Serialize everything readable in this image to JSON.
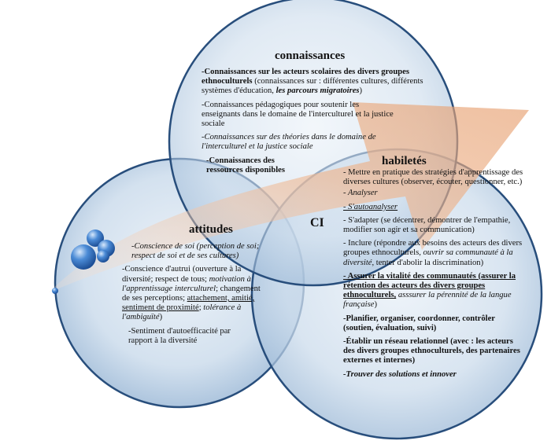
{
  "colors": {
    "circle_fill": "#c5d7ea",
    "circle_stroke": "#284e7c",
    "arrow_fill": "#e9b088",
    "bubble": "#2f6fc0"
  },
  "diagram": {
    "center_label": "CI",
    "connaissances": {
      "title": "connaissances",
      "p1_bold": "-Connaissances sur les acteurs scolaires des divers groupes ethnoculturels",
      "p1_rest": " (connaissances sur : différentes cultures, différents systèmes d'éducation, ",
      "p1_italic": "les parcours migratoires",
      "p1_end": ")",
      "p2": "-Connaissances pédagogiques pour soutenir les enseignants dans le domaine de l'interculturel et la justice sociale",
      "p3": "-Connaissances sur des théories dans le domaine de l'interculturel et la justice sociale",
      "p4": "-Connaissances des ressources disponibles"
    },
    "attitudes": {
      "title": "attitudes",
      "p1": "-Conscience de soi (perception de soi; respect de soi et de ses cultures)",
      "p2a": "-Conscience d'autrui (ouverture à la diversité; respect de tous; ",
      "p2b": "motivation à l'apprentissage interculturel",
      "p2c": "; changement de ses perceptions;  ",
      "p2d": "attachement, amitié, sentiment de proximité",
      "p2e": ";",
      "p2f": "tolérance à l'ambiguïté",
      "p2g": ")",
      "p3": "-Sentiment d'autoefficacité par rapport à la diversité"
    },
    "habiletes": {
      "title": "habiletés",
      "p1": "- Mettre en pratique des stratégies d'apprentissage des diverses cultures (observer, écouter, questionner, etc.)",
      "p2": "- Analyser",
      "p3": "- S'autoanalyser",
      "p4": "- S'adapter (se décentrer, démontrer de l'empathie, modifier son agir et sa communication)",
      "p5a": "- Inclure (répondre aux besoins des acteurs des divers groupes ethnoculturels, ",
      "p5b": "ouvrir sa communauté à la diversité",
      "p5c": ", tenter d'abolir la discrimination)",
      "p6a": "- Assurer la vitalité des communautés (assurer la rétention des acteurs des divers groupes ethnoculturels,",
      "p6b": " asssurer la pérennité de la langue française",
      "p6c": ")",
      "p7": "-Planifier, organiser, coordonner, contrôler (soutien, évaluation, suivi)",
      "p8": "-Établir un réseau relationnel (avec : les acteurs des divers groupes ethnoculturels, des partenaires externes et internes)",
      "p9": "-Trouver des solutions et innover"
    }
  }
}
